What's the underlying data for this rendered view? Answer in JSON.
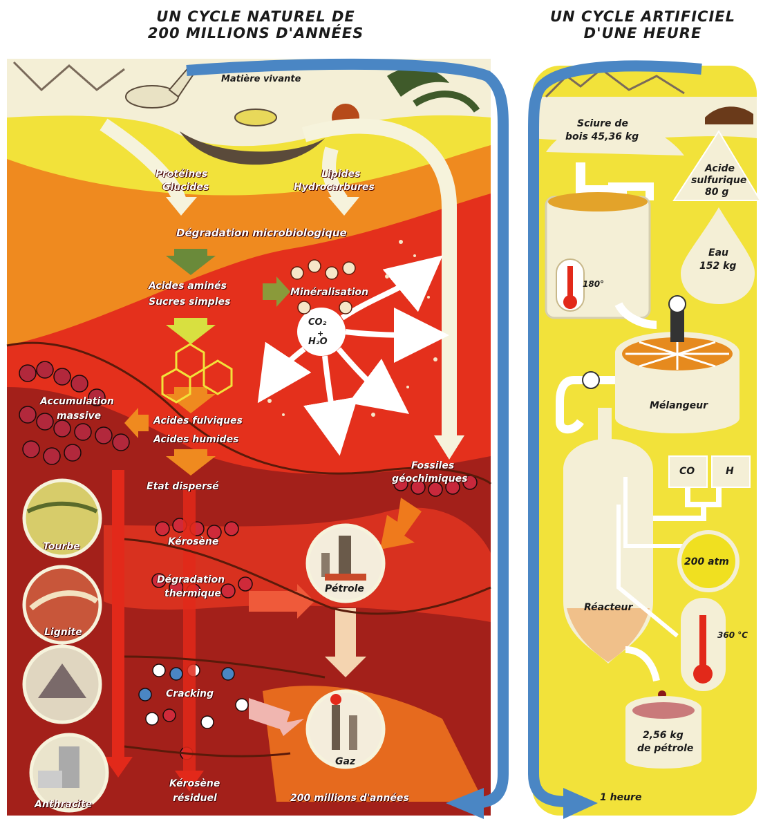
{
  "titles": {
    "natural_line1": "UN CYCLE NATUREL DE",
    "natural_line2": "200 MILLIONS D'ANNÉES",
    "artificial_line1": "UN CYCLE ARTIFICIEL",
    "artificial_line2": "D'UNE HEURE"
  },
  "natural": {
    "matiere_vivante": "Matière vivante",
    "proteines": "Protéines",
    "glucides": "Glucides",
    "lipides": "Lipides",
    "hydrocarbures": "Hydrocarbures",
    "degradation_micro": "Dégradation microbiologique",
    "acides_amines": "Acides aminés",
    "sucres_simples": "Sucres simples",
    "mineralisation": "Minéralisation",
    "co2": "CO₂",
    "plus": "+",
    "h2o": "H₂O",
    "accumulation": "Accumulation",
    "massive": "massive",
    "acides_fulviques": "Acides fulviques",
    "acides_humides": "Acides humides",
    "fossiles_line1": "Fossiles",
    "fossiles_line2": "géochimiques",
    "etat_disperse": "Etat dispersé",
    "kerosene": "Kérosène",
    "degradation_thermique_1": "Dégradation",
    "degradation_thermique_2": "thermique",
    "cracking": "Cracking",
    "kerosene_residuel_1": "Kérosène",
    "kerosene_residuel_2": "résiduel",
    "tourbe": "Tourbe",
    "lignite": "Lignite",
    "anthracite": "Anthracite",
    "petrole": "Pétrole",
    "gaz": "Gaz",
    "duration": "200 millions d'années"
  },
  "artificial": {
    "sciure_1": "Sciure de",
    "sciure_2": "bois 45,36 kg",
    "acide_1": "Acide",
    "acide_2": "sulfurique",
    "acide_3": "80 g",
    "eau_1": "Eau",
    "eau_2": "152 kg",
    "temp_180": "180°",
    "melangeur": "Mélangeur",
    "co": "CO",
    "h": "H",
    "pressure": "200 atm",
    "reacteur": "Réacteur",
    "temp_360": "360 °C",
    "output_1": "2,56 kg",
    "output_2": "de pétrole",
    "duration": "1 heure"
  },
  "colors": {
    "yellow": "#f2e23a",
    "orange": "#ef7a1c",
    "red": "#e2291a",
    "darkred": "#8e1a12",
    "blue": "#4a86c4",
    "cream": "#f4efd6"
  }
}
